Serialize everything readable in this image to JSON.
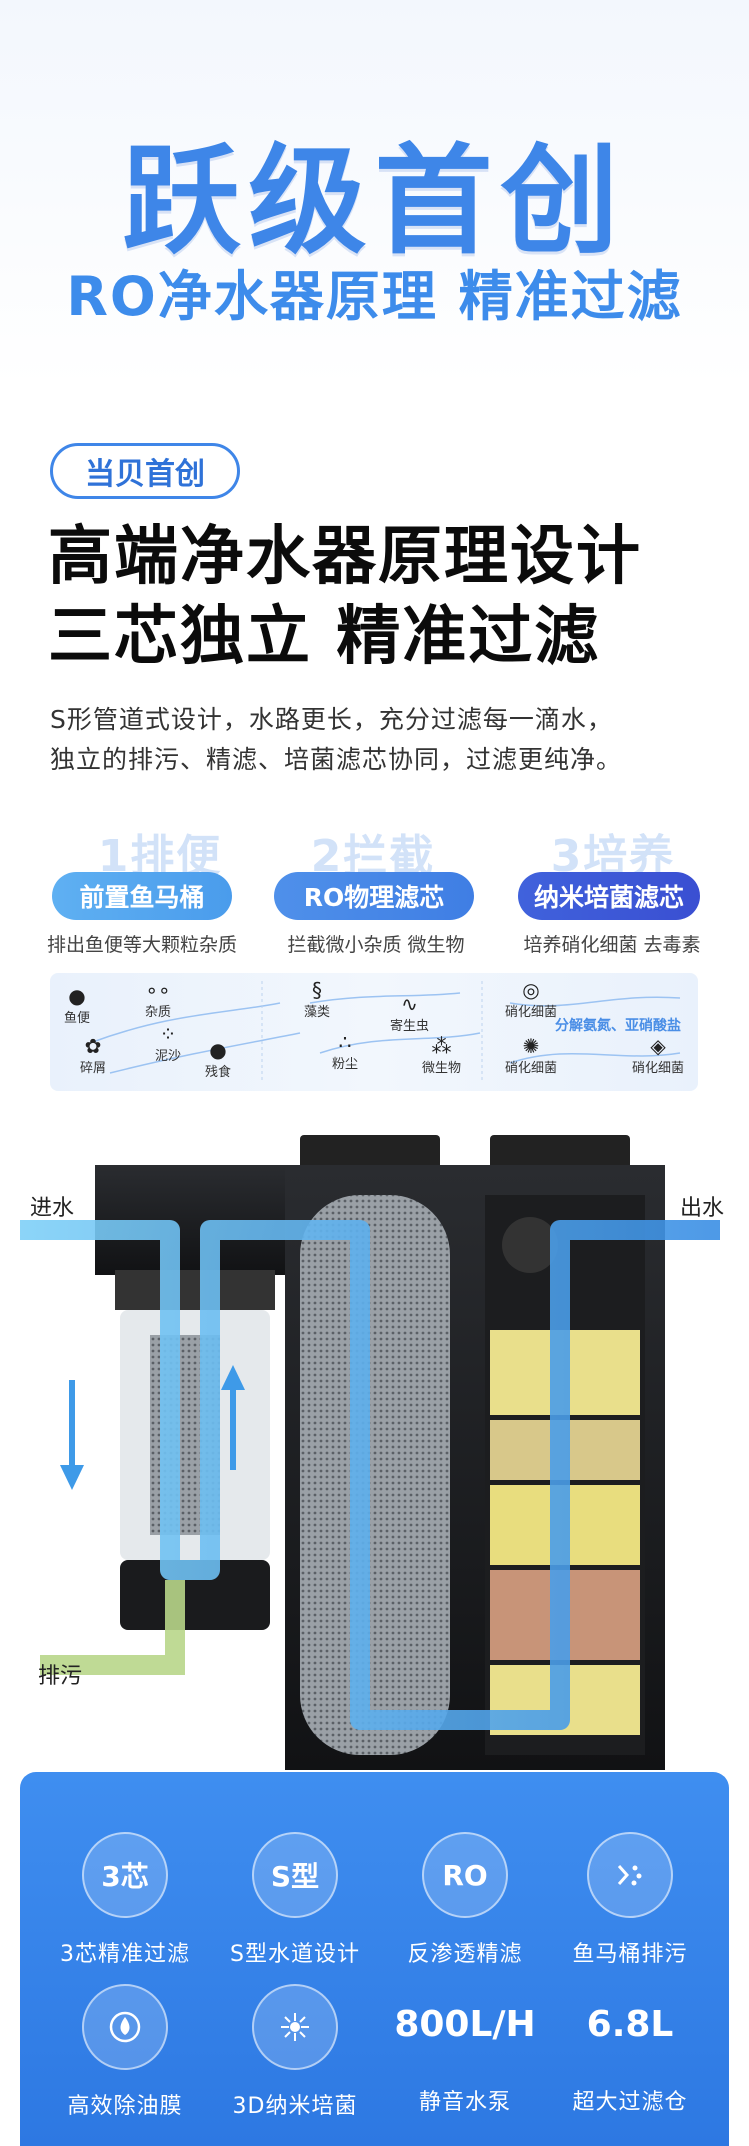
{
  "hero": {
    "title": "跃级首创",
    "subtitle": "RO净水器原理 精准过滤"
  },
  "intro": {
    "badge": "当贝首创",
    "headline_1": "高端净水器原理设计",
    "headline_2": "三芯独立 精准过滤",
    "desc_1": "S形管道式设计，水路更长，充分过滤每一滴水，",
    "desc_2": "独立的排污、精滤、培菌滤芯协同，过滤更纯净。"
  },
  "stages": [
    {
      "num": "1排便",
      "name": "前置鱼马桶",
      "desc": "排出鱼便等大颗粒杂质",
      "color": "#5aa8f0"
    },
    {
      "num": "2拦截",
      "name": "RO物理滤芯",
      "desc": "拦截微小杂质 微生物",
      "color": "#4a86e8"
    },
    {
      "num": "3培养",
      "name": "纳米培菌滤芯",
      "desc": "培养硝化细菌 去毒素",
      "color": "#3f5fdc"
    }
  ],
  "flow": {
    "items": [
      "鱼便",
      "杂质",
      "泥沙",
      "碎屑",
      "残食",
      "藻类",
      "寄生虫",
      "粉尘",
      "微生物",
      "硝化细菌",
      "硝化细菌",
      "硝化细菌"
    ],
    "note": "分解氨氮、亚硝酸盐"
  },
  "machine": {
    "in_label": "进水",
    "out_label": "出水",
    "drain_label": "排污"
  },
  "features": [
    {
      "icon": "3芯",
      "label": "3芯精准过滤"
    },
    {
      "icon": "S型",
      "label": "S型水道设计"
    },
    {
      "icon": "RO",
      "label": "反渗透精滤"
    },
    {
      "icon": "drain-icon",
      "label": "鱼马桶排污"
    },
    {
      "icon": "oil-film-icon",
      "label": "高效除油膜"
    },
    {
      "icon": "nano-culture-icon",
      "label": "3D纳米培菌"
    },
    {
      "big": "800L/H",
      "label": "静音水泵"
    },
    {
      "big": "6.8L",
      "label": "超大过滤仓"
    }
  ],
  "colors": {
    "accent": "#3e86e8",
    "panel": "#2d78e2"
  }
}
